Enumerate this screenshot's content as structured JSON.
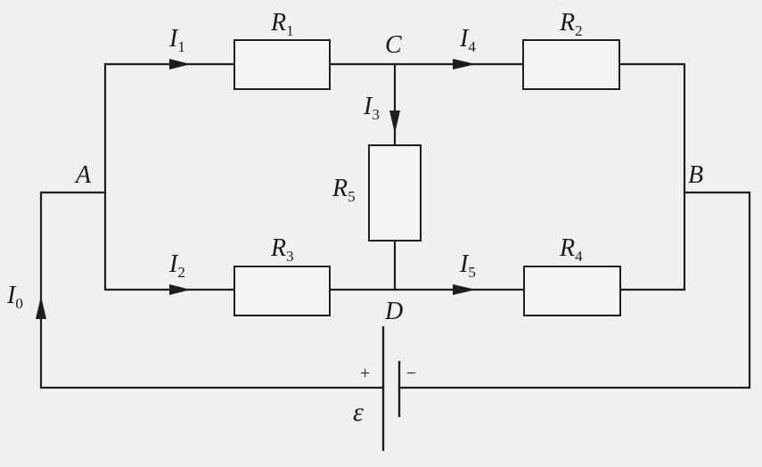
{
  "diagram": {
    "nodes": {
      "A": "A",
      "B": "B",
      "C": "C",
      "D": "D"
    },
    "resistors": [
      {
        "id": "R1",
        "letter": "R",
        "index": "1"
      },
      {
        "id": "R2",
        "letter": "R",
        "index": "2"
      },
      {
        "id": "R3",
        "letter": "R",
        "index": "3"
      },
      {
        "id": "R4",
        "letter": "R",
        "index": "4"
      },
      {
        "id": "R5",
        "letter": "R",
        "index": "5"
      }
    ],
    "currents": [
      {
        "id": "I0",
        "letter": "I",
        "index": "0"
      },
      {
        "id": "I1",
        "letter": "I",
        "index": "1"
      },
      {
        "id": "I2",
        "letter": "I",
        "index": "2"
      },
      {
        "id": "I3",
        "letter": "I",
        "index": "3"
      },
      {
        "id": "I4",
        "letter": "I",
        "index": "4"
      },
      {
        "id": "I5",
        "letter": "I",
        "index": "5"
      }
    ],
    "source": {
      "symbol": "ε",
      "plus": "+",
      "minus": "−"
    }
  }
}
